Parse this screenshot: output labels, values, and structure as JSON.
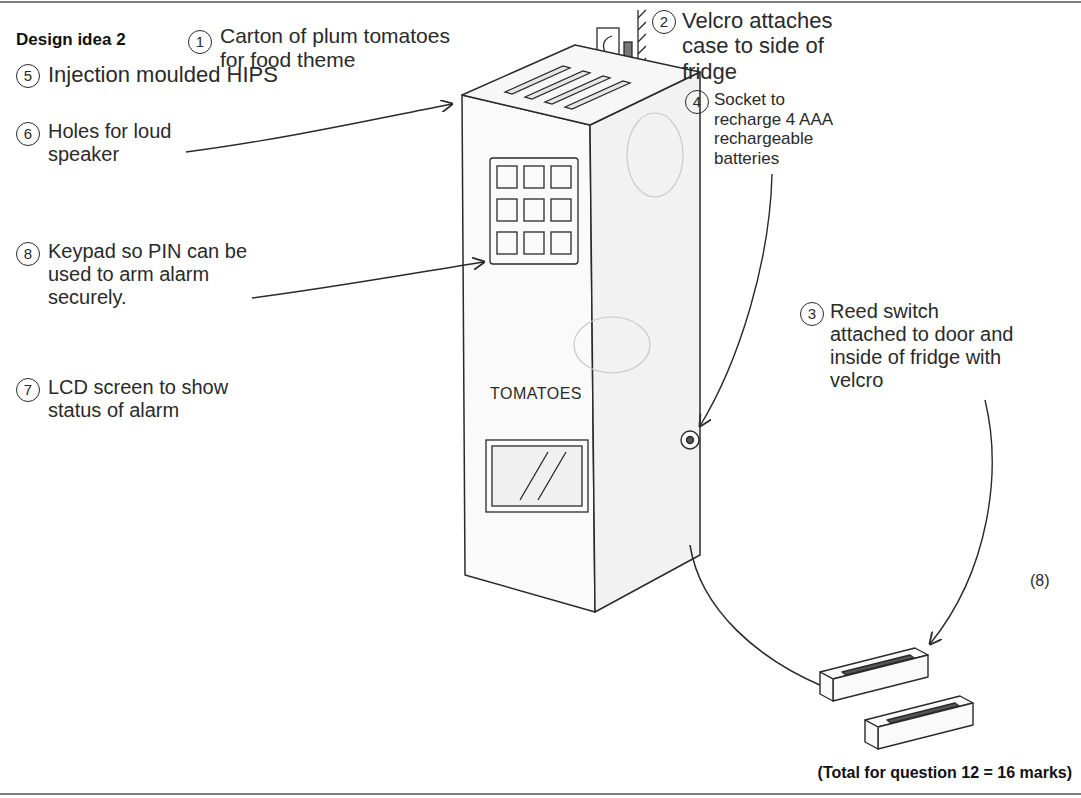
{
  "diagram": {
    "title": "Design idea 2",
    "nodes": [
      {
        "text": [
          "TOMATOES"
        ]
      }
    ],
    "labels": [
      "1",
      "Carton of plum tomatoes for food theme",
      "2",
      "Velcro attaches case to side of fridge",
      "5",
      "Injection moulded HIPS",
      "4",
      "Socket to recharge 4 AAA rechargeable batteries",
      "6",
      "Holes for loud speaker",
      "8",
      "Keypad so PIN can be used to arm alarm securely.",
      "7",
      "LCD screen to show status of alarm",
      "3",
      "Reed switch attached to door and inside of fridge with velcro",
      "(8)",
      "(Total for question 12 = 16 marks)"
    ]
  }
}
